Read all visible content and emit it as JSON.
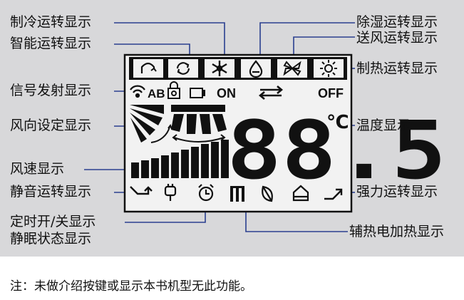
{
  "labels": {
    "cool": "制冷运转显示",
    "smart": "智能运转显示",
    "signal": "信号发射显示",
    "swing": "风向设定显示",
    "fanspeed": "风速显示",
    "quiet": "静音运转显示",
    "timer": "定时开/关显示",
    "sleep": "静眠状态显示",
    "dehum": "除湿运转显示",
    "fan": "送风运转显示",
    "heat": "制热运转显示",
    "temp": "温度显示",
    "turbo": "强力运转显示",
    "auxheat": "辅热电加热显示"
  },
  "lcd": {
    "ab": "AB",
    "on": "ON",
    "off": "OFF",
    "temperature": "88.5",
    "unit": "℃"
  },
  "note": "注：未做介绍按键或显示本书机型无此功能。",
  "colors": {
    "background": "#d8d8da",
    "lcd_line": "#111111",
    "leader": "#2a3f8f"
  },
  "icons": [
    "person-cycle-icon",
    "auto-cycle-icon",
    "snowflake-icon",
    "water-drop-icon",
    "fan-icon",
    "sun-icon",
    "signal-icon",
    "lock-icon",
    "battery-icon",
    "swap-arrows-icon",
    "quiet-arrow-icon",
    "plug-icon",
    "alarm-clock-icon",
    "heater-icon",
    "leaf-icon",
    "house-icon",
    "turbo-arrow-icon"
  ]
}
